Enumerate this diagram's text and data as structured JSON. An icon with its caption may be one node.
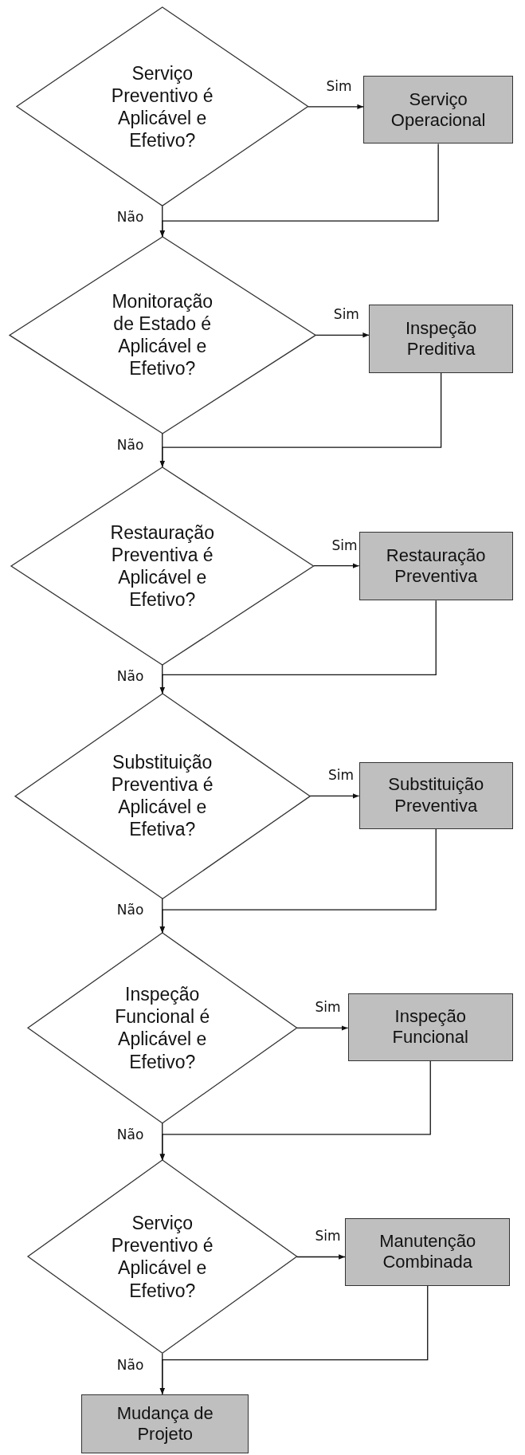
{
  "diagram": {
    "nodes": [
      {
        "text": [
          "Serviço Preventivo é Aplicável e Efetivo?"
        ]
      },
      {
        "text": [
          "Serviço Operacional"
        ]
      },
      {
        "text": [
          "Monitoração de Estado é Aplicável e Efetivo?"
        ]
      },
      {
        "text": [
          "Inspeção Preditiva"
        ]
      },
      {
        "text": [
          "Restauração Preventiva é Aplicável e Efetivo?"
        ]
      },
      {
        "text": [
          "Restauração Preventiva"
        ]
      },
      {
        "text": [
          "Substituição Preventiva é Aplicável e Efetiva?"
        ]
      },
      {
        "text": [
          "Substituição Preventiva"
        ]
      },
      {
        "text": [
          "Inspeção Funcional é Aplicável e Efetivo?"
        ]
      },
      {
        "text": [
          "Inspeção Funcional"
        ]
      },
      {
        "text": [
          "Serviço Preventivo é Aplicável e Efetivo?"
        ]
      },
      {
        "text": [
          "Manutenção Combinada"
        ]
      },
      {
        "text": [
          "Mudança de Projeto"
        ]
      }
    ],
    "edges": [
      {
        "from": 0,
        "to": 1,
        "arrow": "to",
        "label": "Sim"
      },
      {
        "from": 0,
        "to": 2,
        "arrow": "to",
        "label": "Não"
      },
      {
        "from": 1,
        "to": 2,
        "arrow": "to"
      },
      {
        "from": 2,
        "to": 3,
        "arrow": "to",
        "label": "Sim"
      },
      {
        "from": 2,
        "to": 4,
        "arrow": "to",
        "label": "Não"
      },
      {
        "from": 3,
        "to": 4,
        "arrow": "to"
      },
      {
        "from": 4,
        "to": 5,
        "arrow": "to",
        "label": "Sim"
      },
      {
        "from": 4,
        "to": 6,
        "arrow": "to",
        "label": "Não"
      },
      {
        "from": 5,
        "to": 6,
        "arrow": "to"
      },
      {
        "from": 6,
        "to": 7,
        "arrow": "to",
        "label": "Sim"
      },
      {
        "from": 6,
        "to": 8,
        "arrow": "to",
        "label": "Não"
      },
      {
        "from": 7,
        "to": 8,
        "arrow": "to"
      },
      {
        "from": 8,
        "to": 9,
        "arrow": "to",
        "label": "Sim"
      },
      {
        "from": 8,
        "to": 10,
        "arrow": "to",
        "label": "Não"
      },
      {
        "from": 9,
        "to": 10,
        "arrow": "to"
      },
      {
        "from": 10,
        "to": 11,
        "arrow": "to",
        "label": "Sim"
      },
      {
        "from": 10,
        "to": 12,
        "arrow": "to",
        "label": "Não"
      },
      {
        "from": 11,
        "to": 12,
        "arrow": "to"
      }
    ]
  }
}
